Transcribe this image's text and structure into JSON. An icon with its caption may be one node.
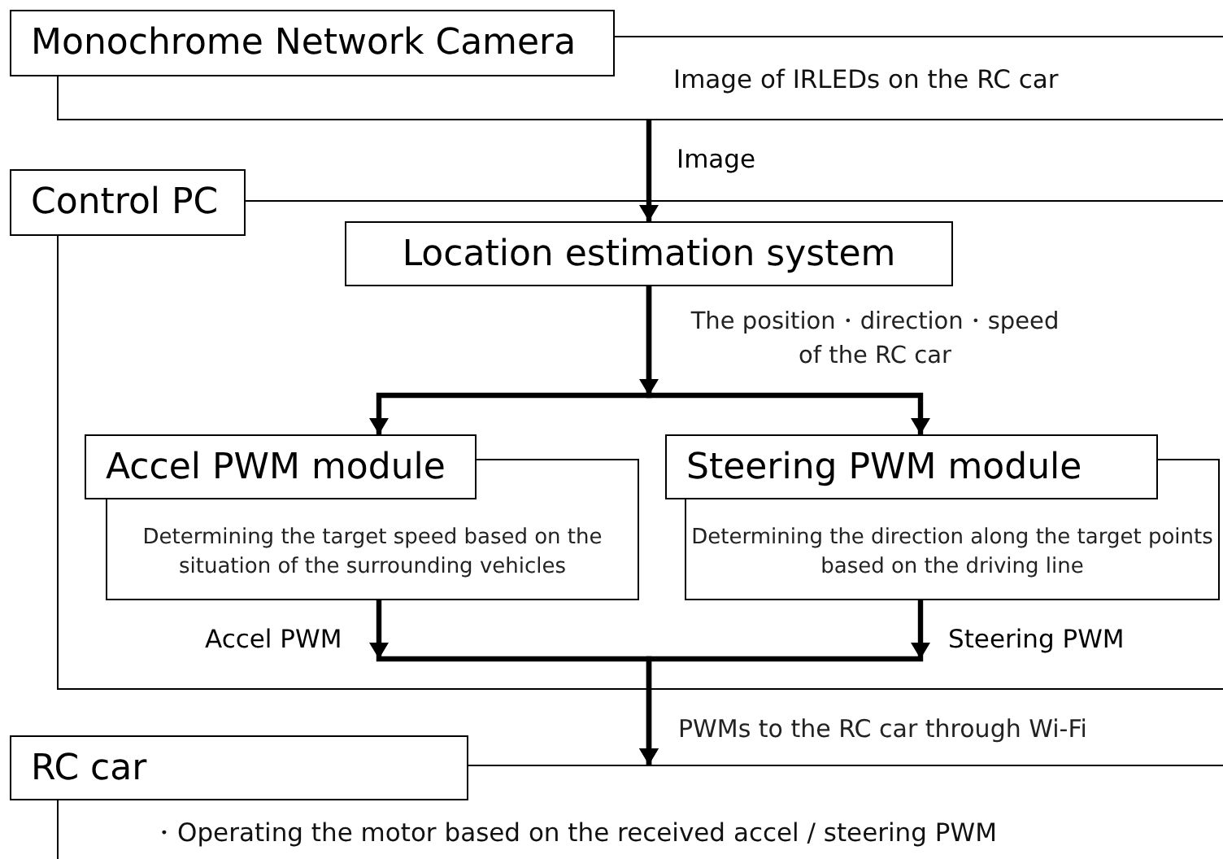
{
  "diagram": {
    "nodes": [
      {
        "text": [
          "Monochrome Network Camera",
          "Image of IRLEDs on the RC car"
        ]
      },
      {
        "text": [
          "Control PC"
        ]
      },
      {
        "text": [
          "Location estimation system"
        ],
        "in": 1
      },
      {
        "text": [
          "Accel PWM module",
          "Determining the target speed based on the situation of the surrounding vehicles"
        ],
        "in": 1
      },
      {
        "text": [
          "Steering PWM module",
          "Determining the direction along the target points based on the driving line"
        ],
        "in": 1
      },
      {
        "text": [
          "RC car",
          "・Operating the motor based on the received accel / steering PWM"
        ]
      }
    ],
    "edges": [
      {
        "from": 0,
        "to": 2,
        "arrow": "to",
        "label": "Image"
      },
      {
        "from": 2,
        "to": 3,
        "arrow": "to"
      },
      {
        "from": 2,
        "to": 4,
        "arrow": "to"
      },
      {
        "from": 3,
        "to": 5,
        "arrow": "to",
        "label": "Accel PWM"
      },
      {
        "from": 4,
        "to": 5,
        "arrow": "to",
        "label": "Steering PWM"
      }
    ],
    "labels": [
      "The position・direction・speed of the RC car",
      "PWMs to the RC car through Wi-Fi"
    ]
  }
}
